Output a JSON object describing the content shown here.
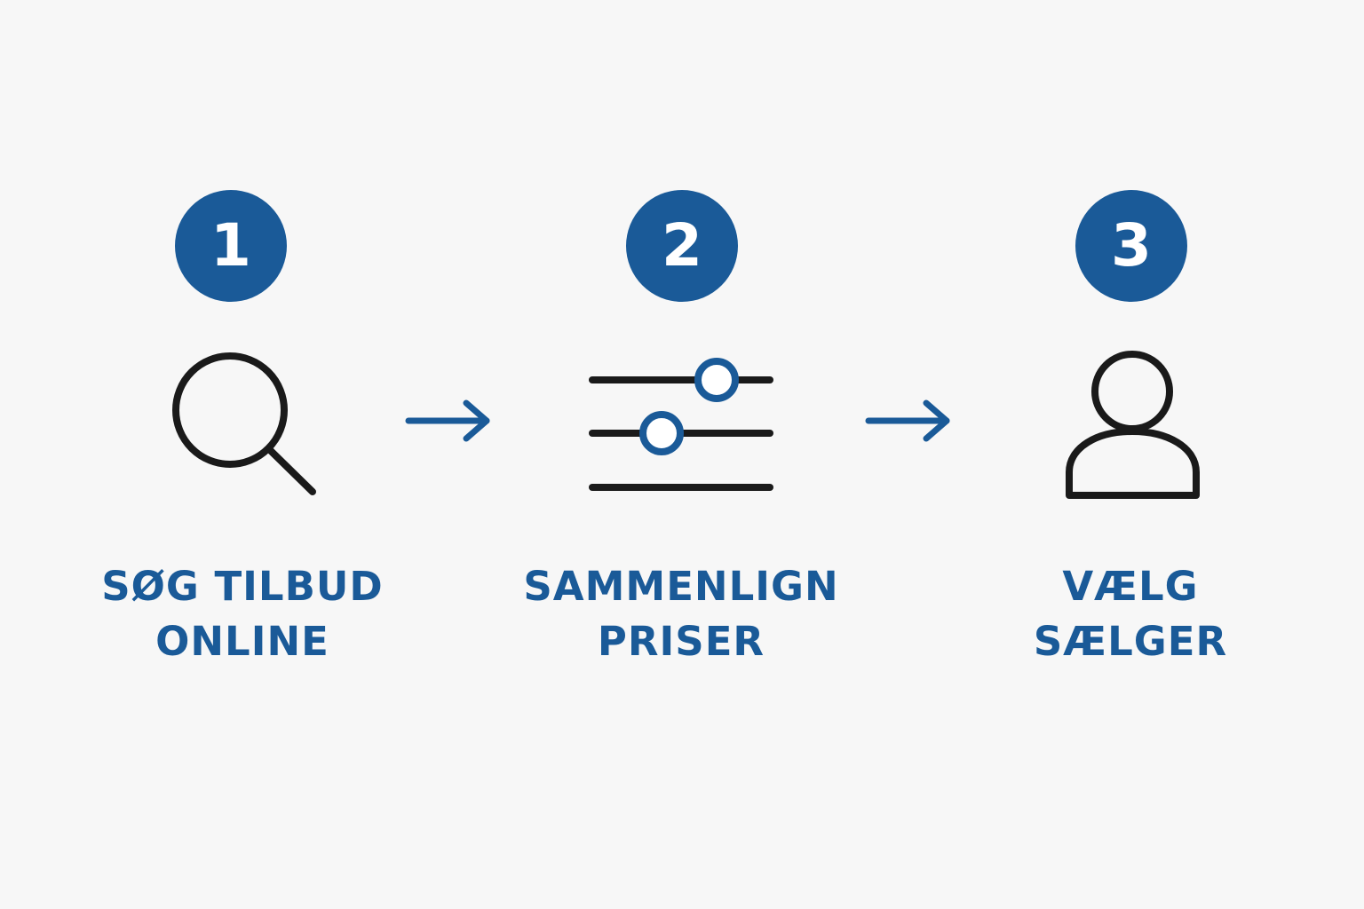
{
  "colors": {
    "background": "#f7f7f7",
    "accent": "#1a5a98",
    "icon_stroke": "#1a1a1a"
  },
  "steps": [
    {
      "number": "1",
      "icon": "search-icon",
      "label_lines": [
        "SØG TILBUD",
        "ONLINE"
      ]
    },
    {
      "number": "2",
      "icon": "sliders-icon",
      "label_lines": [
        "SAMMENLIGN",
        "PRISER"
      ]
    },
    {
      "number": "3",
      "icon": "user-icon",
      "label_lines": [
        "VÆLG",
        "SÆLGER"
      ]
    }
  ],
  "connectors": [
    "arrow-right-icon",
    "arrow-right-icon"
  ]
}
